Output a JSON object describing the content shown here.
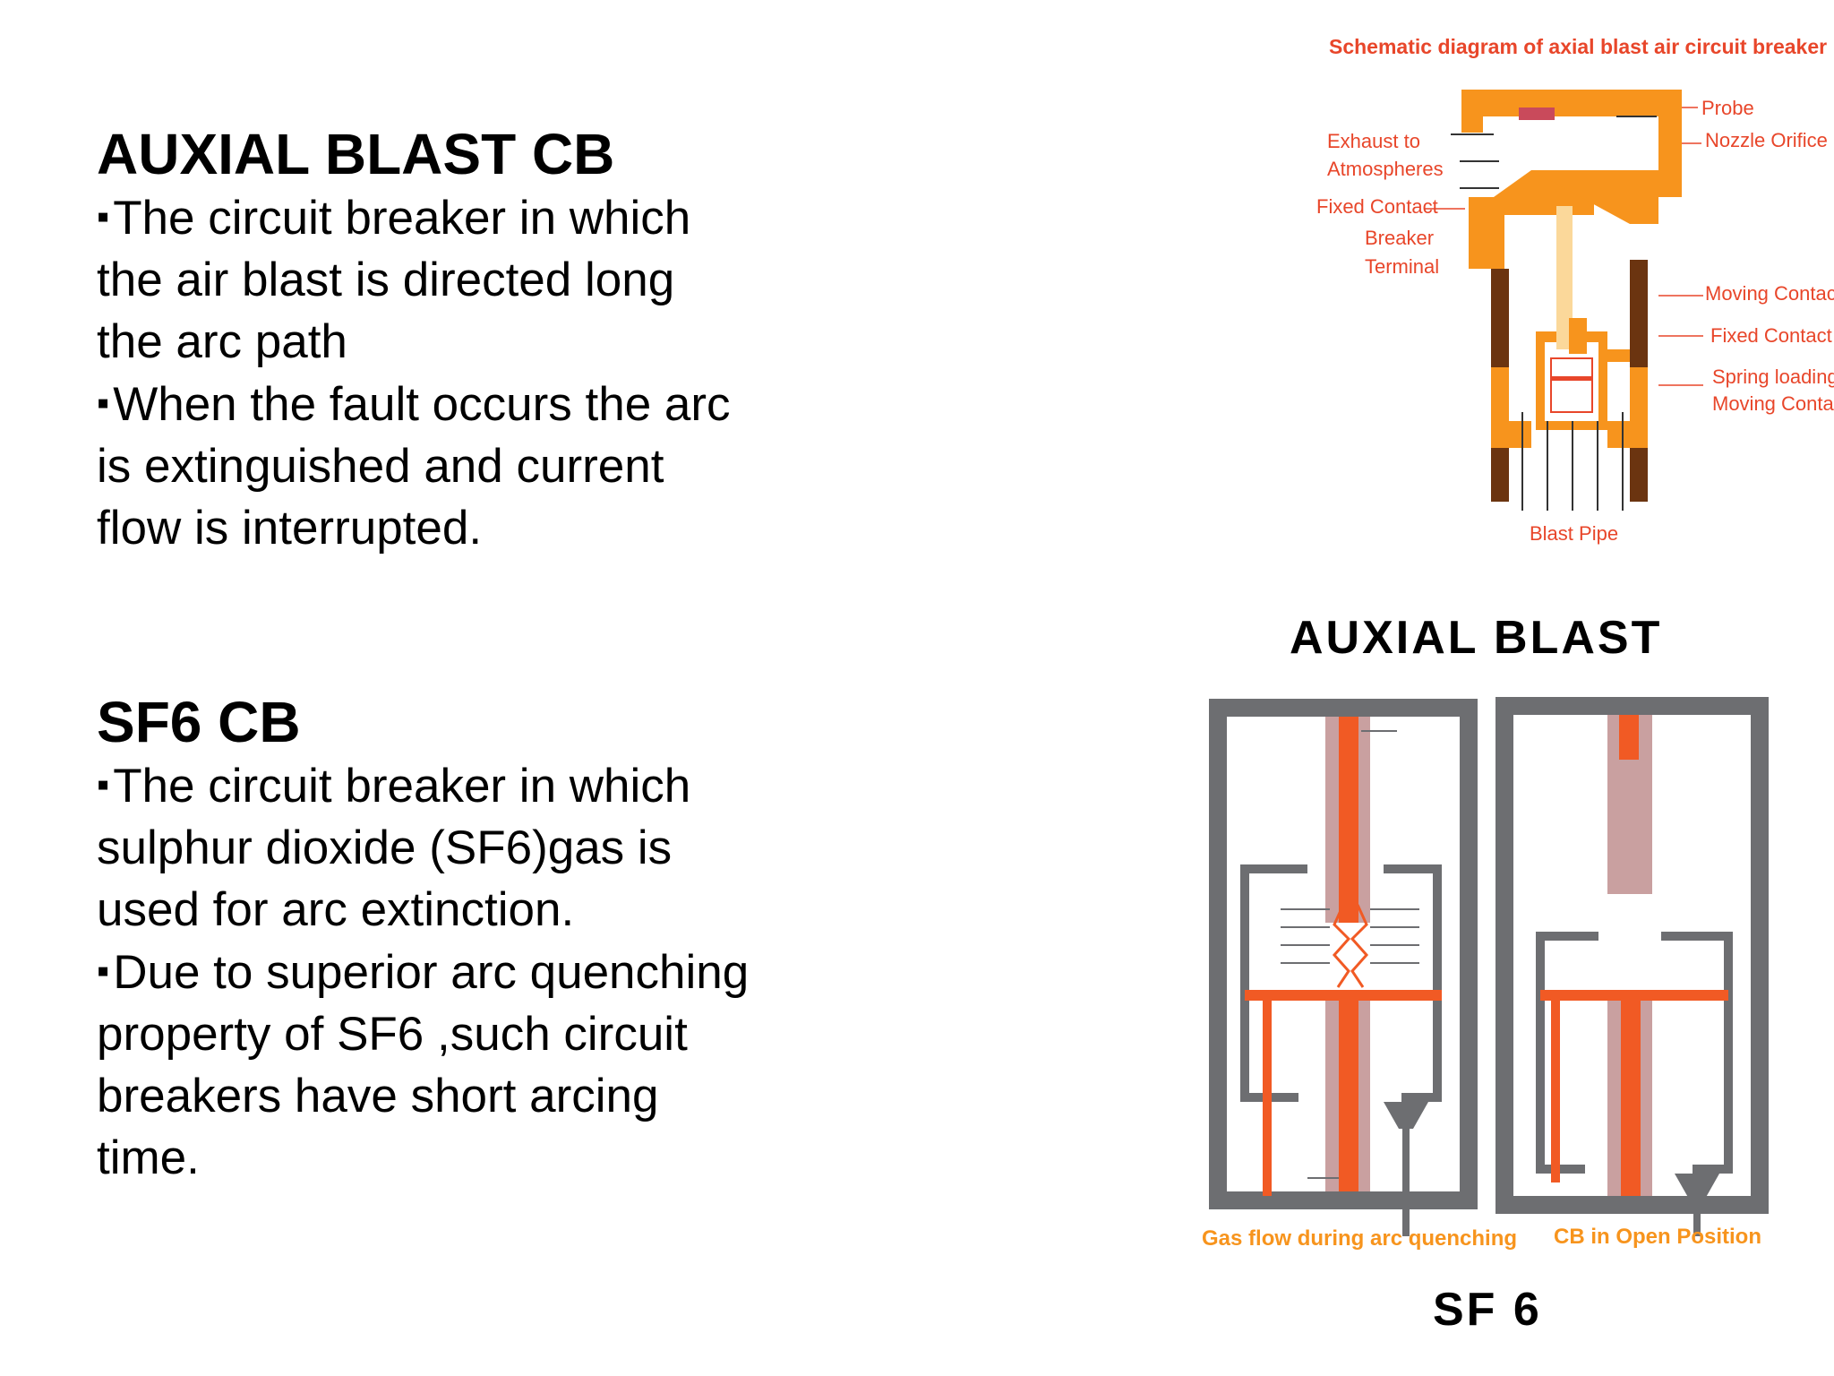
{
  "left": {
    "axial": {
      "heading": "AUXIAL BLAST CB",
      "lines": [
        "The circuit breaker in which",
        "the  air blast is directed long",
        "the arc path",
        "When the fault occurs the arc",
        "is extinguished and current",
        "flow is interrupted."
      ],
      "bullet_lines": [
        0,
        3
      ]
    },
    "sf6": {
      "heading": "SF6 CB",
      "lines": [
        "The circuit breaker in which",
        "sulphur  dioxide (SF6)gas is",
        "used  for arc extinction.",
        "Due to superior arc quenching",
        "property of SF6 ,such circuit",
        "breakers have short arcing",
        "time."
      ],
      "bullet_lines": [
        0,
        3
      ]
    }
  },
  "bullet_glyph": "▪",
  "diagram_axial": {
    "title": "Schematic diagram of axial blast air circuit breaker",
    "labels": {
      "probe": "Probe",
      "nozzle": "Nozzle Orifice",
      "exhaust1": "Exhaust to",
      "exhaust2": "Atmospheres",
      "fixed_contact_top": "Fixed Contact",
      "breaker": "Breaker",
      "terminal": "Terminal",
      "moving_contact": "Moving Contact",
      "fixed_contact": "Fixed Contact",
      "spring1": "Spring loading for",
      "spring2": "Moving Contact",
      "blast_pipe": "Blast Pipe"
    },
    "caption": "AUXIAL BLAST",
    "colors": {
      "body": "#f7941d",
      "dark": "#6b3410",
      "label": "#e8462a",
      "pale": "#fbd89a"
    }
  },
  "diagram_sf6": {
    "left_caption": "Gas flow during arc quenching",
    "right_caption": "CB in Open Position",
    "caption": "SF 6",
    "colors": {
      "frame": "#6d6e71",
      "contact": "#f15a24",
      "pink": "#c9a0a0",
      "caption": "#f7941d"
    }
  }
}
